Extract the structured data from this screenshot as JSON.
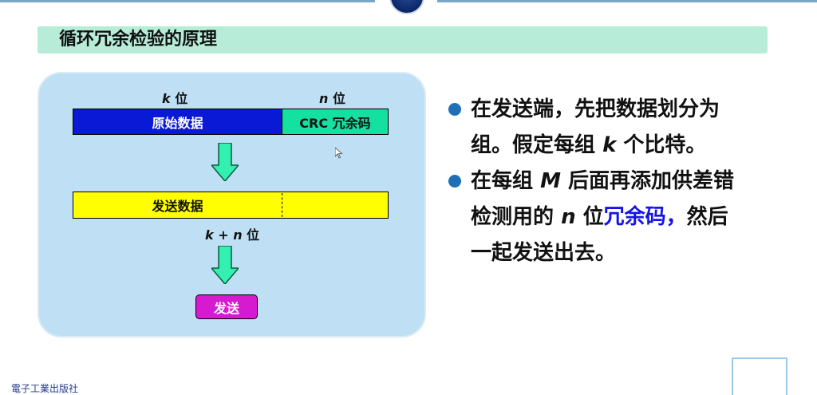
{
  "slide": {
    "title": "循环冗余检验的原理",
    "footer_publisher": "電子工業出版社",
    "diagram": {
      "k_label_var": "k",
      "k_label_suffix": " 位",
      "n_label_var": "n",
      "n_label_suffix": " 位",
      "data_block": "原始数据",
      "crc_block": "CRC 冗余码",
      "send_data_block": "发送数据",
      "kn_label_prefix": "k",
      "kn_label_mid": " + ",
      "kn_label_var": "n",
      "kn_label_suffix": " 位",
      "send_button": "发送",
      "colors": {
        "data_block": "#0a19d6",
        "crc_block": "#14e0a0",
        "send_data_block": "#ffff00",
        "send_button": "#d51ad0",
        "arrow": "#33f0b0",
        "panel": "#bfe0f4"
      }
    },
    "bullets": [
      {
        "line1": "在发送端，先把数据划分为",
        "line2_prefix": "组。假定每组 ",
        "line2_var": "k",
        "line2_suffix": " 个比特。"
      },
      {
        "line1_prefix": "在每组 ",
        "line1_var": "M",
        "line1_suffix": " 后面再添加供差错",
        "line2_prefix": "检测用的 ",
        "line2_var": "n",
        "line2_mid": " 位",
        "line2_highlight": "冗余码，",
        "line2_suffix": "然后",
        "line3": "一起发送出去。"
      }
    ]
  }
}
